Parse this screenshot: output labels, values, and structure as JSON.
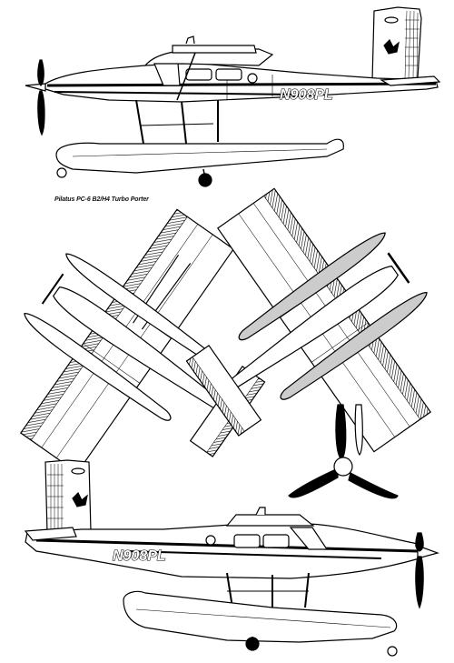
{
  "caption": "Pilatus PC-6 B2/H4 Turbo Porter",
  "registration_top": "N908PL",
  "registration_bottom": "N908PL"
}
